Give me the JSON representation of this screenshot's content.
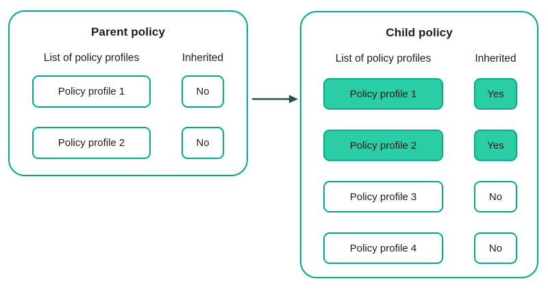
{
  "diagram": {
    "description": "Policy profile inheritance from parent policy to child policy",
    "colors": {
      "border_teal": "#00a88e",
      "fill_teal": "#2bcda4",
      "arrow_dark_teal": "#24544c",
      "text": "#1d1d1b",
      "background": "#ffffff"
    },
    "arrow_icon": "right-arrow",
    "parent": {
      "title": "Parent policy",
      "col_profiles_header": "List of policy profiles",
      "col_inherited_header": "Inherited",
      "rows": [
        {
          "profile": "Policy profile 1",
          "inherited": "No",
          "highlighted": false
        },
        {
          "profile": "Policy profile 2",
          "inherited": "No",
          "highlighted": false
        }
      ]
    },
    "child": {
      "title": "Child policy",
      "col_profiles_header": "List of policy profiles",
      "col_inherited_header": "Inherited",
      "rows": [
        {
          "profile": "Policy profile 1",
          "inherited": "Yes",
          "highlighted": true
        },
        {
          "profile": "Policy profile 2",
          "inherited": "Yes",
          "highlighted": true
        },
        {
          "profile": "Policy profile 3",
          "inherited": "No",
          "highlighted": false
        },
        {
          "profile": "Policy profile 4",
          "inherited": "No",
          "highlighted": false
        }
      ]
    }
  }
}
